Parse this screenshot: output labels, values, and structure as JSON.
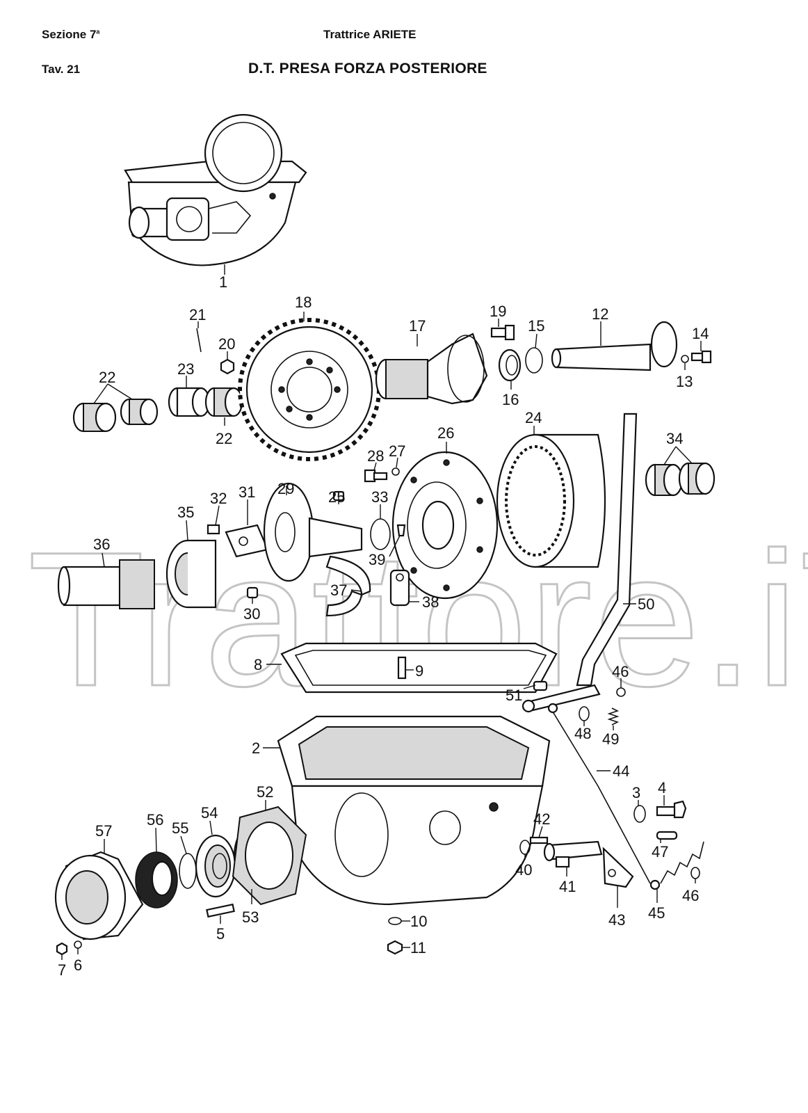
{
  "header": {
    "section_label": "Sezione 7",
    "section_sup": "a",
    "tractor_title": "Trattrice ARIETE",
    "plate_label": "Tav. 21",
    "diagram_title": "D.T. PRESA FORZA POSTERIORE"
  },
  "watermark": {
    "text": "Trattore.iT"
  },
  "callouts": {
    "p1": "1",
    "p2": "2",
    "p3": "3",
    "p4": "4",
    "p5": "5",
    "p6": "6",
    "p7": "7",
    "p8": "8",
    "p9": "9",
    "p10": "10",
    "p11": "11",
    "p12": "12",
    "p13": "13",
    "p14": "14",
    "p15": "15",
    "p16": "16",
    "p17": "17",
    "p18": "18",
    "p19": "19",
    "p20": "20",
    "p21": "21",
    "p22a": "22",
    "p22b": "22",
    "p23": "23",
    "p24": "24",
    "p25": "25",
    "p26": "26",
    "p27": "27",
    "p28": "28",
    "p29": "29",
    "p30": "30",
    "p31": "31",
    "p32": "32",
    "p33": "33",
    "p34": "34",
    "p35": "35",
    "p36": "36",
    "p37": "37",
    "p38": "38",
    "p39": "39",
    "p40": "40",
    "p41": "41",
    "p42": "42",
    "p43": "43",
    "p44": "44",
    "p45": "45",
    "p46a": "46",
    "p46b": "46",
    "p47": "47",
    "p48": "48",
    "p49": "49",
    "p50": "50",
    "p51": "51",
    "p52": "52",
    "p53": "53",
    "p54": "54",
    "p55": "55",
    "p56": "56",
    "p57": "57"
  }
}
